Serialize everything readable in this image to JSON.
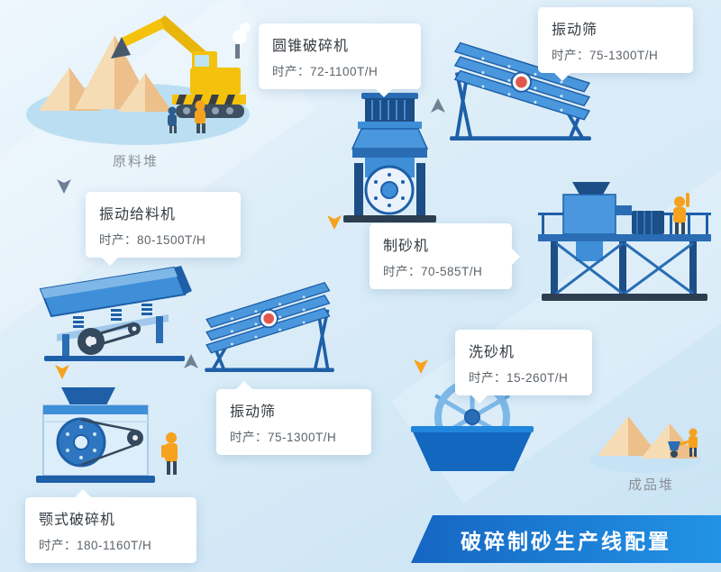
{
  "banner": {
    "title": "破碎制砂生产线配置"
  },
  "piles": {
    "raw": {
      "label": "原料堆"
    },
    "product": {
      "label": "成品堆"
    }
  },
  "machines": {
    "feeder": {
      "name": "振动给料机",
      "capacity": "时产：80-1500T/H"
    },
    "cone_crusher": {
      "name": "圆锥破碎机",
      "capacity": "时产：72-1100T/H"
    },
    "screen_top": {
      "name": "振动筛",
      "capacity": "时产：75-1300T/H"
    },
    "sand_maker": {
      "name": "制砂机",
      "capacity": "时产：70-585T/H"
    },
    "screen_mid": {
      "name": "振动筛",
      "capacity": "时产：75-1300T/H"
    },
    "jaw_crusher": {
      "name": "颚式破碎机",
      "capacity": "时产：180-1160T/H"
    },
    "sand_washer": {
      "name": "洗砂机",
      "capacity": "时产：15-260T/H"
    }
  },
  "colors": {
    "banner_blue": "#1d7fd6",
    "machine_blue": "#3f8fd8",
    "dark_blue": "#1e5fa8",
    "orange_accent": "#f6a21e",
    "gray_arrow": "#6e8296",
    "sand": "#f6dcb4",
    "background": "#d9ecf8"
  }
}
